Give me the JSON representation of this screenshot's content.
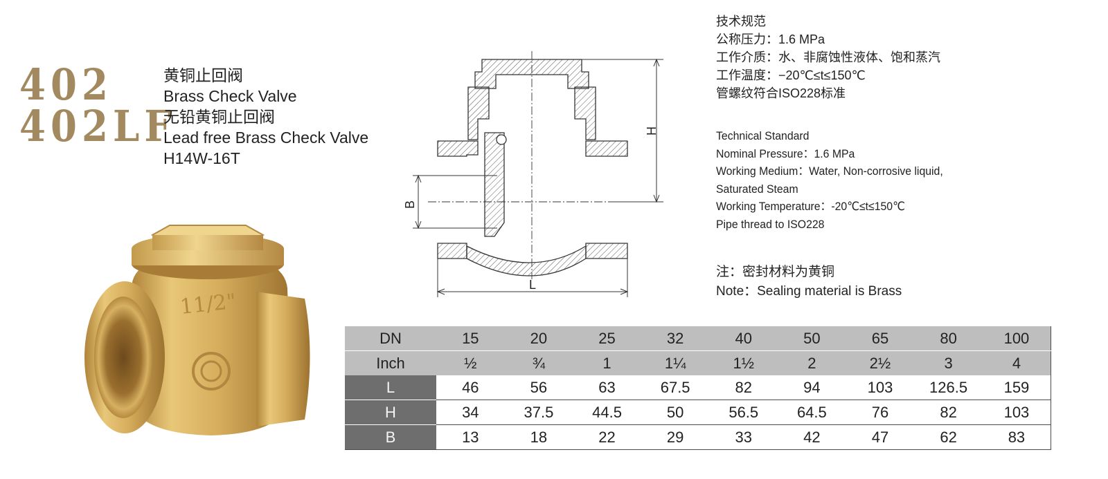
{
  "model": {
    "code": "402",
    "code_lf": "402LF"
  },
  "titles": {
    "cn": "黄铜止回阀",
    "en": "Brass Check Valve",
    "cn_lf": "无铅黄铜止回阀",
    "en_lf": "Lead free Brass Check Valve",
    "model_no": "H14W-16T"
  },
  "spec_cn": {
    "heading": "技术规范",
    "pressure": "公称压力：1.6 MPa",
    "medium": "工作介质：水、非腐蚀性液体、饱和蒸汽",
    "temperature": "工作温度：−20℃≤t≤150℃",
    "thread": "管螺纹符合ISO228标准"
  },
  "spec_en": {
    "heading": "Technical Standard",
    "pressure": "Nominal Pressure：1.6 MPa",
    "medium": "Working Medium：Water, Non-corrosive liquid,",
    "medium2": "Saturated Steam",
    "temperature": "Working Temperature：-20℃≤t≤150℃",
    "thread": "Pipe thread to ISO228"
  },
  "note": {
    "cn": "注：密封材料为黄铜",
    "en": "Note：Sealing material is Brass"
  },
  "drawing": {
    "label_h": "H",
    "label_b": "B",
    "label_l": "L"
  },
  "photo": {
    "marking": "11/2\""
  },
  "colors": {
    "brass": "#a2895f",
    "header_gray": "#bebebe",
    "label_dark": "#6e6e6e"
  },
  "table": {
    "rows": [
      {
        "label": "DN",
        "cells": [
          "15",
          "20",
          "25",
          "32",
          "40",
          "50",
          "65",
          "80",
          "100"
        ]
      },
      {
        "label": "Inch",
        "cells": [
          "½",
          "¾",
          "1",
          "1¼",
          "1½",
          "2",
          "2½",
          "3",
          "4"
        ]
      },
      {
        "label": "L",
        "cells": [
          "46",
          "56",
          "63",
          "67.5",
          "82",
          "94",
          "103",
          "126.5",
          "159"
        ]
      },
      {
        "label": "H",
        "cells": [
          "34",
          "37.5",
          "44.5",
          "50",
          "56.5",
          "64.5",
          "76",
          "82",
          "103"
        ]
      },
      {
        "label": "B",
        "cells": [
          "13",
          "18",
          "22",
          "29",
          "33",
          "42",
          "47",
          "62",
          "83"
        ]
      }
    ]
  }
}
